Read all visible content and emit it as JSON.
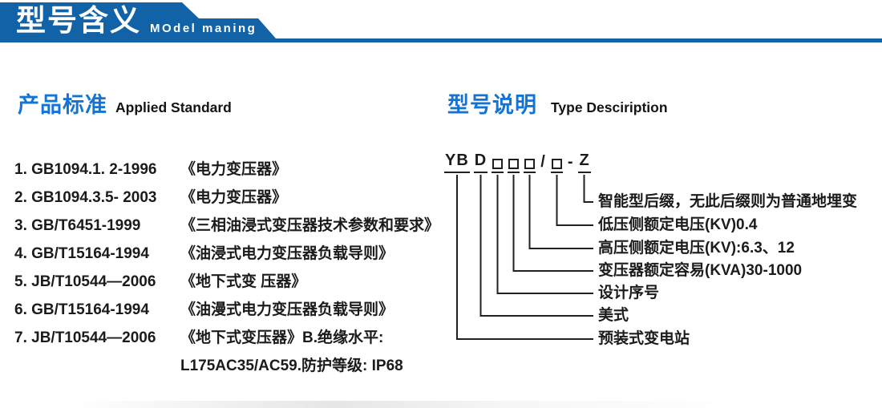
{
  "colors": {
    "header_blue": "#1262a7",
    "heading_blue": "#1474d4",
    "line_color": "#231f20",
    "text_color": "#1c1a1b"
  },
  "header": {
    "title_cn": "型号含义",
    "title_en": "MOdel maning"
  },
  "applied_standard": {
    "heading_cn": "产品标准",
    "heading_en": "Applied Standard",
    "standards": [
      {
        "code": "1. GB1094.1. 2-1996",
        "title": "《电力变压器》"
      },
      {
        "code": "2. GB1094.3.5- 2003",
        "title": "《电力变压器》"
      },
      {
        "code": "3. GB/T6451-1999",
        "title": "《三相油浸式变压器技术参数和要求》"
      },
      {
        "code": "4. GB/T15164-1994",
        "title": "《油浸式电力变压器负载导则》"
      },
      {
        "code": "5. JB/T10544—2006",
        "title": "《地下式变 压器》"
      },
      {
        "code": "6. GB/T15164-1994",
        "title": "《油漫式电力变压器负载导则》"
      },
      {
        "code": "7. JB/T10544—2006",
        "title": "《地下式变压器》B.绝缘水平:"
      },
      {
        "code": "",
        "title": "L175AC35/AC59.防护等级: IP68"
      }
    ]
  },
  "type_description": {
    "heading_cn": "型号说明",
    "heading_en": "Type Desciription",
    "model_code_text": "YB D □□□/□-Z",
    "code_segments": [
      "YB",
      "D",
      "□",
      "□",
      "□",
      "/",
      "□",
      "-",
      "Z"
    ],
    "labels": [
      "智能型后缀，无此后缀则为普通地埋变",
      "低压侧额定电压(KV)0.4",
      "高压侧额定电压(KV):6.3、12",
      "变压器额定容易(KVA)30-1000",
      "设计序号",
      "美式",
      "预装式变电站"
    ]
  }
}
